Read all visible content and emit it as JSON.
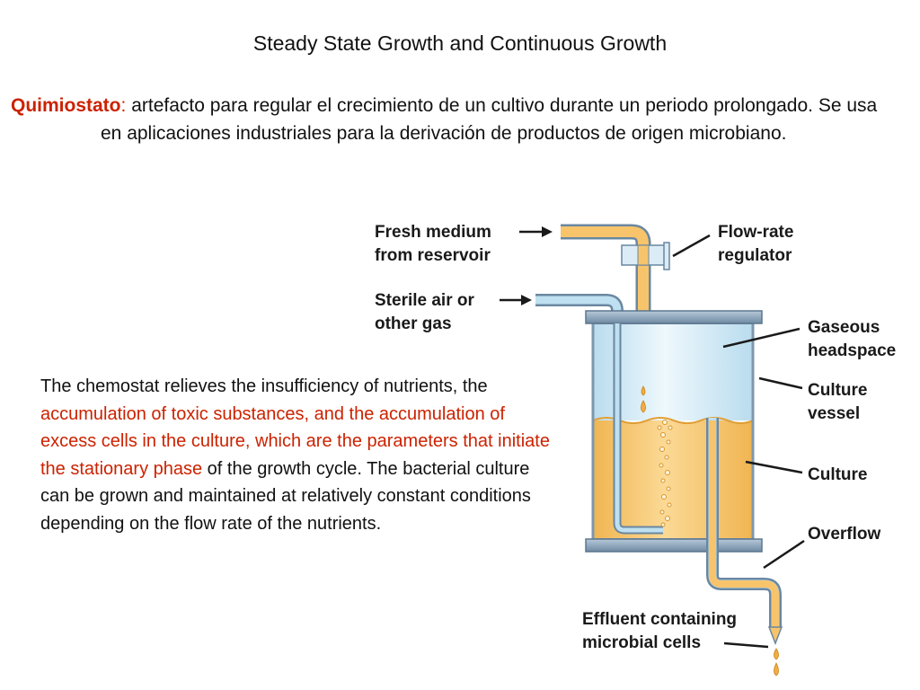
{
  "slide": {
    "title": "Steady State Growth and Continuous Growth",
    "definition": {
      "term": "Quimiostato",
      "colon": ":",
      "text": " artefacto para regular el crecimiento de un cultivo durante un periodo prolongado. Se usa en aplicaciones industriales para la derivación de productos de origen microbiano."
    },
    "paragraph": {
      "part1": "The chemostat relieves the insufficiency of nutrients, the ",
      "highlight": "accumulation of toxic substances, and the accumulation of excess cells in the culture, which are the parameters that initiate the stationary phase",
      "part2": " of the growth cycle. The bacterial culture can be grown and maintained at relatively constant conditions depending on the flow rate of the nutrients."
    }
  },
  "diagram": {
    "labels": {
      "fresh_medium_1": "Fresh medium",
      "fresh_medium_2": "from reservoir",
      "sterile_air_1": "Sterile air or",
      "sterile_air_2": "other gas",
      "flow_rate_1": "Flow-rate",
      "flow_rate_2": "regulator",
      "headspace_1": "Gaseous",
      "headspace_2": "headspace",
      "vessel_1": "Culture",
      "vessel_2": "vessel",
      "culture": "Culture",
      "overflow": "Overflow",
      "effluent_1": "Effluent containing",
      "effluent_2": "microbial cells"
    },
    "colors": {
      "accent_text": "#cc2200",
      "medium_fill": "#f7c46c",
      "medium_light": "#fbe2b0",
      "tube_blue": "#bfe0f0",
      "vessel_steel": "#8ca6bd",
      "headspace": "#dff0fa"
    }
  }
}
